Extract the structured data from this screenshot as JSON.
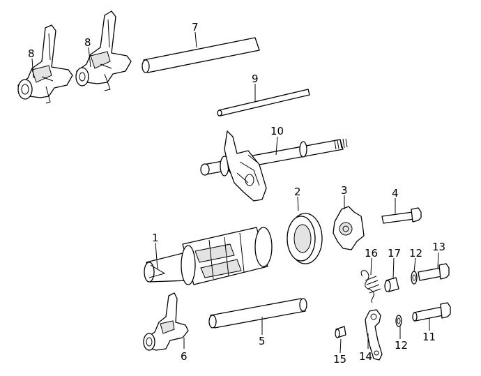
{
  "callouts": {
    "c1": "1",
    "c2": "2",
    "c3": "3",
    "c4": "4",
    "c5": "5",
    "c6": "6",
    "c7": "7",
    "c8a": "8",
    "c8b": "8",
    "c9": "9",
    "c10": "10",
    "c11": "11",
    "c12a": "12",
    "c12b": "12",
    "c13": "13",
    "c14": "14",
    "c15": "15",
    "c16": "16",
    "c17": "17"
  }
}
